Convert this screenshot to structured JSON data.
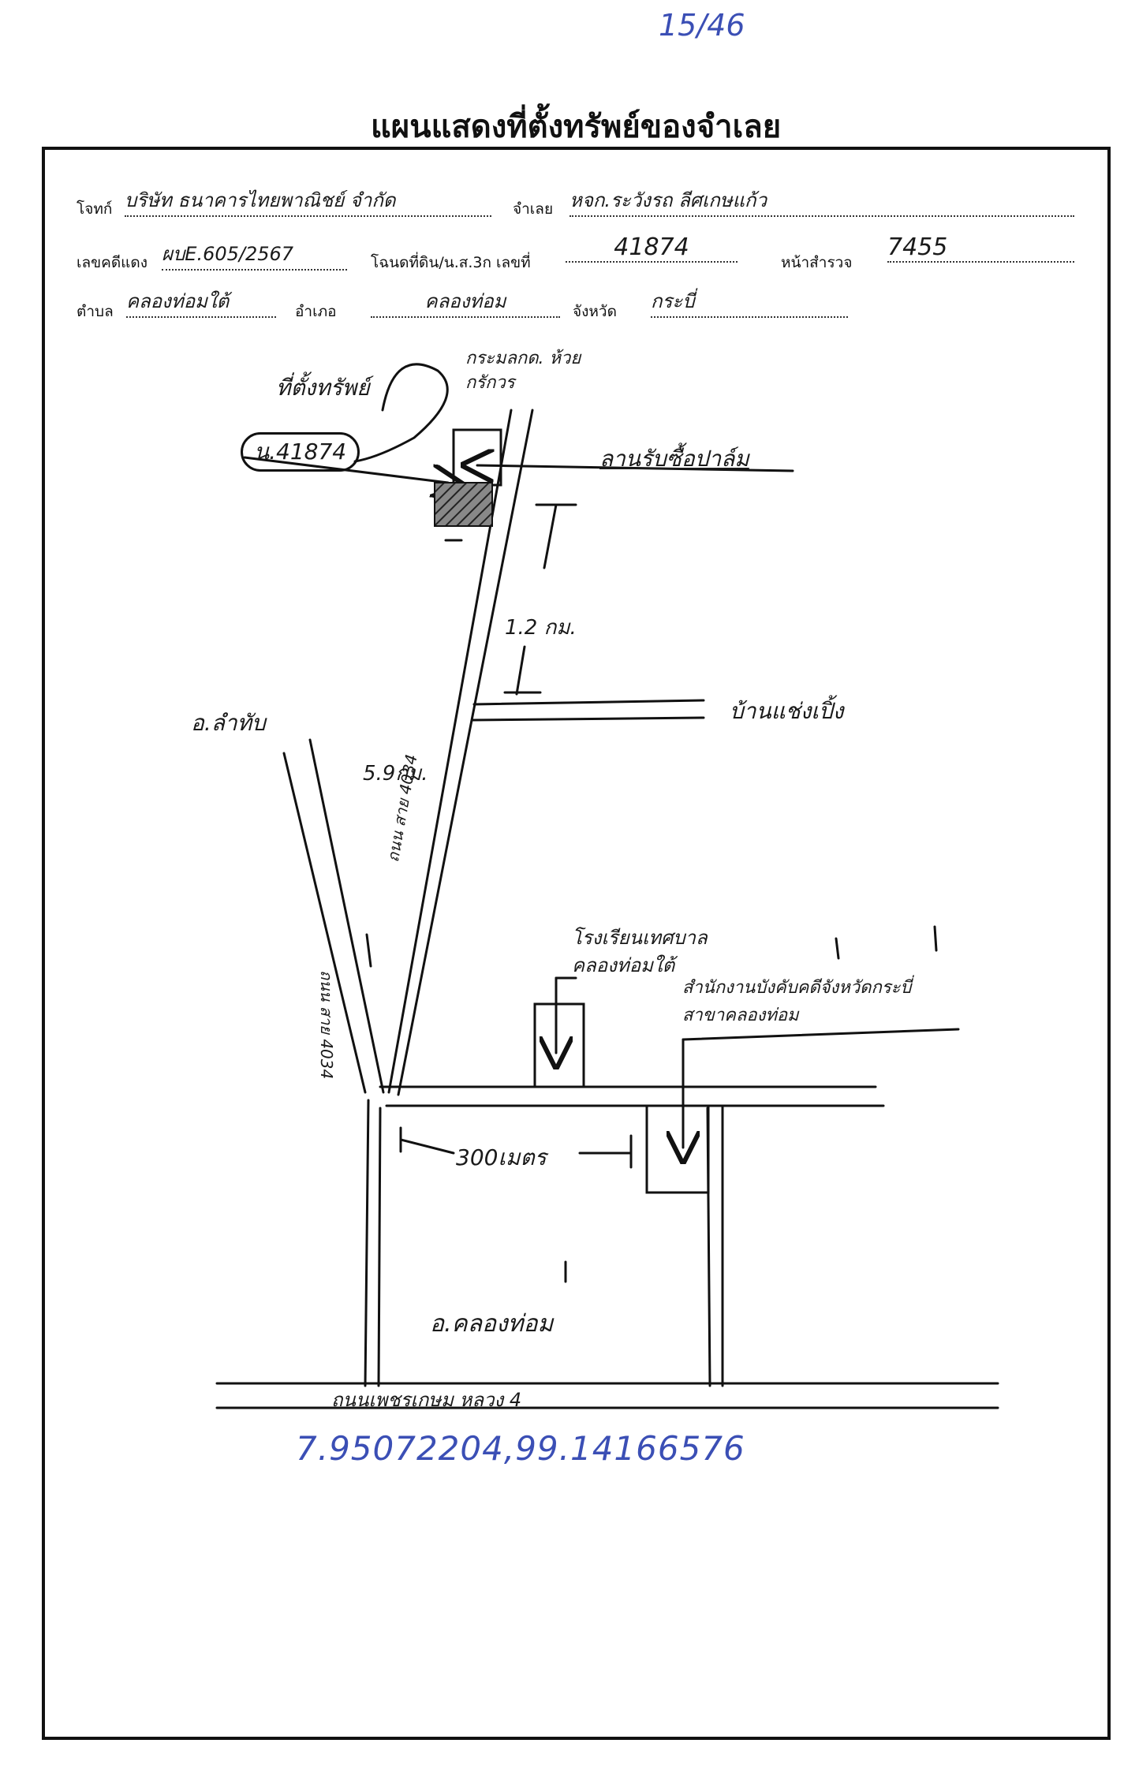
{
  "page_number": "15/46",
  "title": "แผนแสดงที่ตั้งทรัพย์ของจำเลย",
  "header": {
    "plaintiff_label": "โจทก์",
    "plaintiff_value": "บริษัท ธนาคารไทยพาณิชย์ จำกัด",
    "defendant_label": "จำเลย",
    "defendant_value": "หจก.ระวังรถ ลีศเกษแก้ว",
    "case_label": "เลขคดีแดง",
    "case_value": "ผบE.605/2567",
    "deed_label": "โฉนดที่ดิน/น.ส.3ก เลขที่",
    "deed_value": "41874",
    "page_label": "หน้าสำรวจ",
    "page_value": "7455",
    "subdistrict_label": "ตำบล",
    "subdistrict_value": "คลองท่อมใต้",
    "district_label": "อำเภอ",
    "district_value": "คลองท่อม",
    "province_label": "จังหวัด",
    "province_value": "กระบี่"
  },
  "map": {
    "north_label": "กระมลกด. ห้วยกรักวร",
    "property_label": "ที่ตั้งทรัพย์",
    "property_id": "น.41874",
    "landmark_pumping": "ลานรับซื้อปาล์ม",
    "distance_1": "1.2 กม.",
    "village": "บ้านแช่งเปิ้ง",
    "district_lamthap": "อ.ลำทับ",
    "distance_2": "5.9กม.",
    "road_right": "ถนน สาย 4034",
    "road_left": "ถนน สาย 4034",
    "school": "โรงเรียนเทศบาล คลองท่อมใต้",
    "office": "สำนักงานบังคับคดีจังหวัดกระบี่ สาขาคลองท่อม",
    "distance_3": "300เมตร",
    "district_klongthom": "อ.คลองท่อม",
    "main_road": "ถนนเพชรเกษม หลวง 4",
    "coordinates": "7.95072204,99.14166576"
  },
  "colors": {
    "ink": "#1a1a1a",
    "blue_ink": "#3b4fb5",
    "hatch": "#333333"
  }
}
